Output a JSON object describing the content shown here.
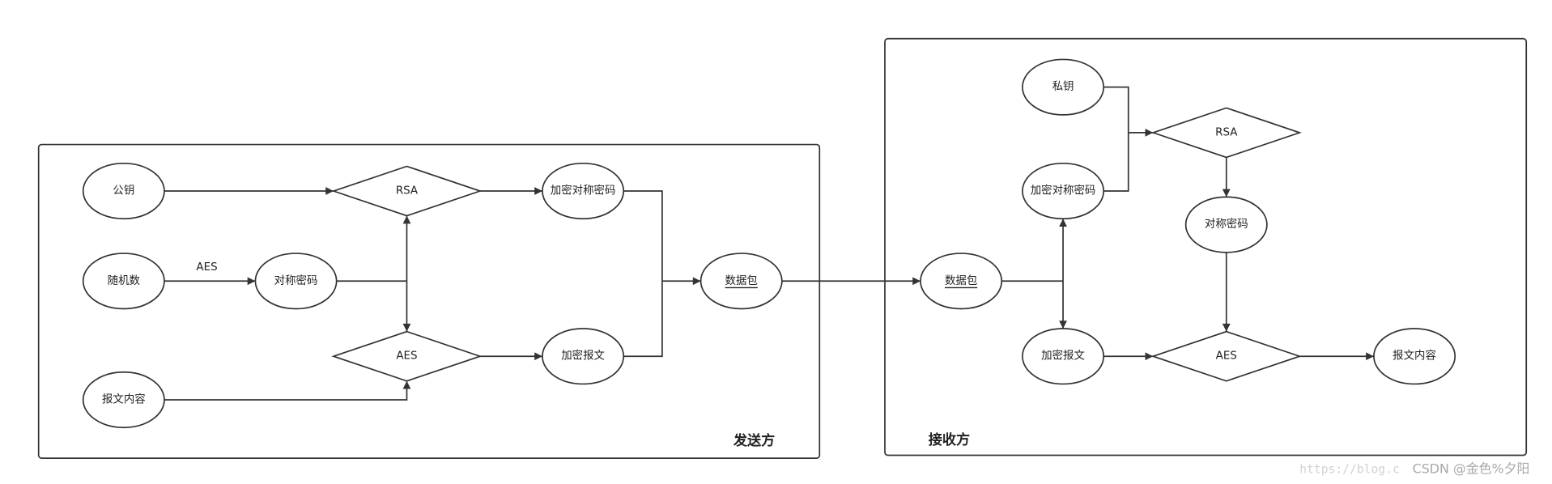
{
  "sender": {
    "title": "发送方",
    "nodes": {
      "public_key": "公钥",
      "random_number": "随机数",
      "message_content": "报文内容",
      "symmetric_key": "对称密码",
      "rsa": "RSA",
      "aes": "AES",
      "encrypted_symmetric_key": "加密对称密码",
      "encrypted_message": "加密报文",
      "data_packet": "数据包"
    },
    "edge_labels": {
      "random_to_symmetric_key": "AES"
    }
  },
  "receiver": {
    "title": "接收方",
    "nodes": {
      "private_key": "私钥",
      "encrypted_symmetric_key": "加密对称密码",
      "data_packet": "数据包",
      "rsa": "RSA",
      "symmetric_key": "对称密码",
      "encrypted_message": "加密报文",
      "aes": "AES",
      "message_content": "报文内容"
    }
  },
  "watermark": {
    "url": "https://blog.c",
    "credit": "CSDN @金色%夕阳"
  },
  "colors": {
    "background": "#ffffff",
    "stroke": "#333333",
    "text": "#222222"
  }
}
